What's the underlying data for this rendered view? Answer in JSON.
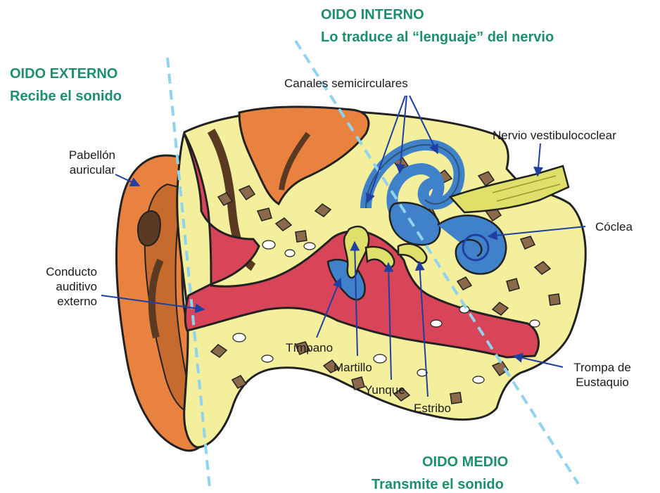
{
  "colors": {
    "zone_title": "#1f8e6e",
    "divider": "#8fd3ee",
    "arrow": "#1f3fa3",
    "bone": "#f4ef9c",
    "flesh": "#e9813f",
    "canal": "#d94558",
    "inner_ear": "#3f82c9",
    "nerve": "#dfe06a"
  },
  "zones": {
    "interno": {
      "title": "OIDO INTERNO",
      "subtitle": "Lo traduce al “lenguaje” del nervio"
    },
    "externo": {
      "title": "OIDO EXTERNO",
      "subtitle": "Recibe el sonido"
    },
    "medio": {
      "title": "OIDO MEDIO",
      "subtitle": "Transmite el sonido"
    }
  },
  "labels": {
    "canales": "Canales semicirculares",
    "nervio": "Nervio vestibulococlear",
    "pabellon": "Pabellón\nauricular",
    "conducto": "Conducto\nauditivo\nexterno",
    "coclea": "Cóclea",
    "timpano": "Tímpano",
    "martillo": "Martillo",
    "yunque": "Yunque",
    "estribo": "Estribo",
    "trompa": "Trompa de\nEustaquio"
  }
}
